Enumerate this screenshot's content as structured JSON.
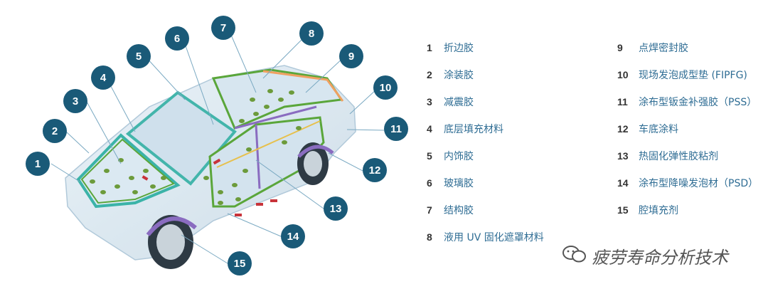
{
  "colors": {
    "badge": "#1a5a78",
    "outline_teal": "#3bb3a8",
    "outline_green": "#5aa63a",
    "outline_orange": "#f0a060",
    "outline_purple": "#8a6cc0",
    "outline_red": "#c8333a",
    "dot_green": "#6c9b3b",
    "leader": "#7aa9c2"
  },
  "callouts": [
    {
      "num": "1"
    },
    {
      "num": "2"
    },
    {
      "num": "3"
    },
    {
      "num": "4"
    },
    {
      "num": "5"
    },
    {
      "num": "6"
    },
    {
      "num": "7"
    },
    {
      "num": "8"
    },
    {
      "num": "9"
    },
    {
      "num": "10"
    },
    {
      "num": "11"
    },
    {
      "num": "12"
    },
    {
      "num": "13"
    },
    {
      "num": "14"
    },
    {
      "num": "15"
    }
  ],
  "legend": {
    "left": [
      {
        "num": "1",
        "label": "折边胶"
      },
      {
        "num": "2",
        "label": "涂装胶"
      },
      {
        "num": "3",
        "label": "减震胶"
      },
      {
        "num": "4",
        "label": "底层填充材料"
      },
      {
        "num": "5",
        "label": "内饰胶"
      },
      {
        "num": "6",
        "label": "玻璃胶"
      },
      {
        "num": "7",
        "label": "结构胶"
      },
      {
        "num": "8",
        "label": "液用 UV 固化遮罩材料"
      }
    ],
    "right": [
      {
        "num": "9",
        "label": "点焊密封胶"
      },
      {
        "num": "10",
        "label": "现场发泡成型垫 (FIPFG)"
      },
      {
        "num": "11",
        "label": "涂布型钣金补强胶（PSS）"
      },
      {
        "num": "12",
        "label": "车底涂料"
      },
      {
        "num": "13",
        "label": "热固化弹性胶粘剂"
      },
      {
        "num": "14",
        "label": "涂布型降噪发泡材（PSD）"
      },
      {
        "num": "15",
        "label": "腔填充剂"
      }
    ]
  },
  "watermark": {
    "text": "疲劳寿命分析技术",
    "icon": "wechat-icon"
  }
}
